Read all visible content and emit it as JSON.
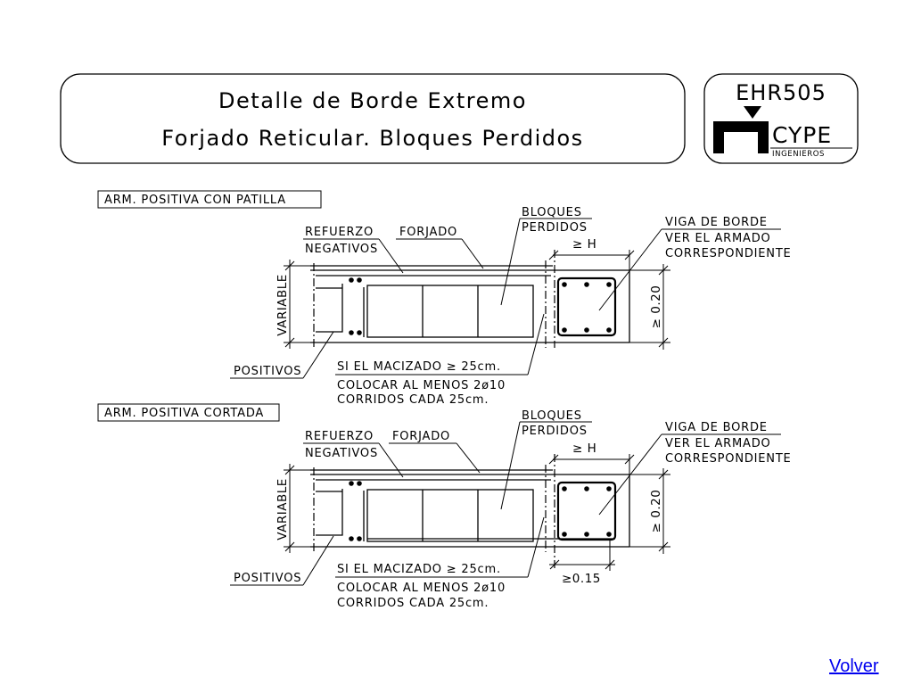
{
  "title": {
    "line1": "Detalle de Borde Extremo",
    "line2": "Forjado Reticular. Bloques Perdidos"
  },
  "logo": {
    "code": "EHR505",
    "brand": "CYPE",
    "sub": "INGENIEROS"
  },
  "details": [
    {
      "heading": "ARM. POSITIVA CON PATILLA",
      "refuerzo": "REFUERZO",
      "negativos": "NEGATIVOS",
      "forjado": "FORJADO",
      "bloques": "BLOQUES",
      "perdidos": "PERDIDOS",
      "ge_h": "≥ H",
      "viga1": "VIGA DE BORDE",
      "viga2": "VER EL ARMADO",
      "viga3": "CORRESPONDIENTE",
      "variable": "VARIABLE",
      "dim020": "≥ 0.20",
      "positivos": "POSITIVOS",
      "note1": "SI EL MACIZADO ≥ 25cm.",
      "note2": "COLOCAR AL MENOS 2ø10",
      "note3": "CORRIDOS CADA 25cm."
    },
    {
      "heading": "ARM. POSITIVA CORTADA",
      "refuerzo": "REFUERZO",
      "negativos": "NEGATIVOS",
      "forjado": "FORJADO",
      "bloques": "BLOQUES",
      "perdidos": "PERDIDOS",
      "ge_h": "≥ H",
      "viga1": "VIGA DE BORDE",
      "viga2": "VER EL ARMADO",
      "viga3": "CORRESPONDIENTE",
      "variable": "VARIABLE",
      "dim020": "≥ 0.20",
      "positivos": "POSITIVOS",
      "note1": "SI EL MACIZADO ≥ 25cm.",
      "note2": "COLOCAR AL MENOS 2ø10",
      "note3": "CORRIDOS CADA 25cm.",
      "dim015": "≥0.15"
    }
  ],
  "nav": {
    "volver": "Volver"
  }
}
